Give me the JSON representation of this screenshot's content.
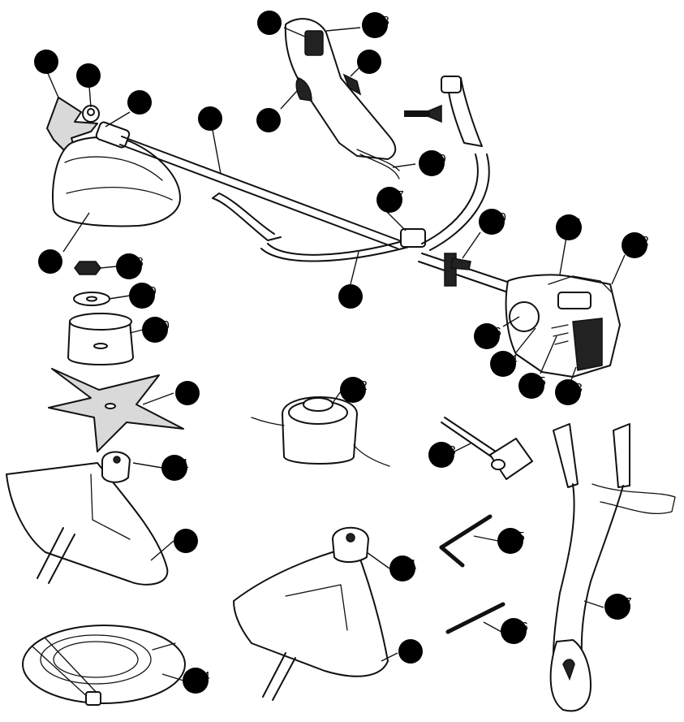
{
  "callouts": [
    {
      "n": "1"
    },
    {
      "n": "2"
    },
    {
      "n": "3"
    },
    {
      "n": "5"
    },
    {
      "n": "4"
    },
    {
      "n": "8"
    },
    {
      "n": "28"
    },
    {
      "n": "9"
    },
    {
      "n": "7"
    },
    {
      "n": "29"
    },
    {
      "n": "17"
    },
    {
      "n": "10"
    },
    {
      "n": "6"
    },
    {
      "n": "11"
    },
    {
      "n": "12"
    },
    {
      "n": "16"
    },
    {
      "n": "14"
    },
    {
      "n": "15"
    },
    {
      "n": "13"
    },
    {
      "n": "18"
    },
    {
      "n": "19"
    },
    {
      "n": "20"
    },
    {
      "n": "1"
    },
    {
      "n": "21"
    },
    {
      "n": "4"
    },
    {
      "n": "22"
    },
    {
      "n": "23"
    },
    {
      "n": "25"
    },
    {
      "n": "21"
    },
    {
      "n": "4"
    },
    {
      "n": "26"
    },
    {
      "n": "27"
    },
    {
      "n": "24"
    }
  ]
}
